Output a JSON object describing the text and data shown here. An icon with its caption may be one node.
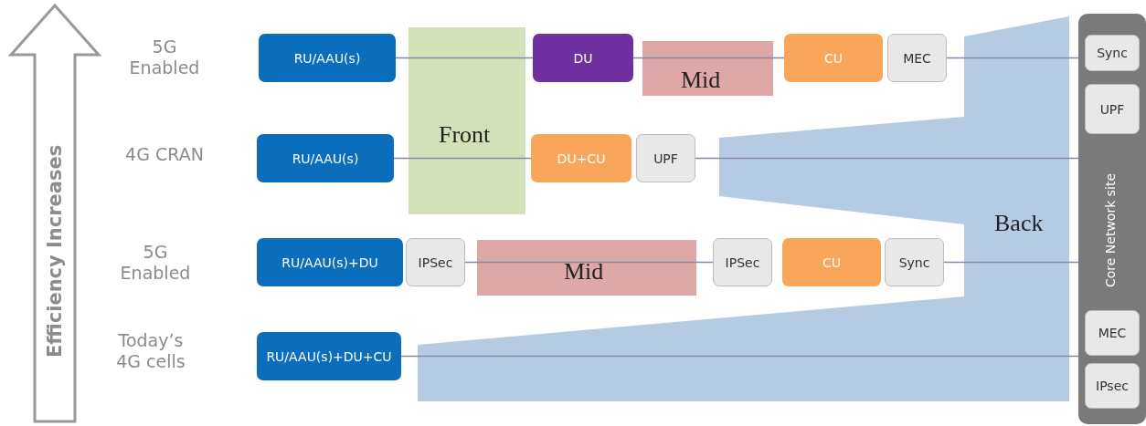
{
  "diagram": {
    "nodes": [
      {
        "text": [
          "Core Network site"
        ]
      },
      {
        "text": [
          "Sync"
        ],
        "in": 0
      },
      {
        "text": [
          "UPF"
        ],
        "in": 0
      },
      {
        "text": [
          "MEC"
        ],
        "in": 0
      },
      {
        "text": [
          "IPsec"
        ],
        "in": 0
      },
      {
        "text": [
          "RU/AAU(s)"
        ]
      },
      {
        "text": [
          "DU"
        ]
      },
      {
        "text": [
          "CU"
        ]
      },
      {
        "text": [
          "MEC"
        ]
      },
      {
        "text": [
          "RU/AAU(s)"
        ]
      },
      {
        "text": [
          "DU+CU"
        ]
      },
      {
        "text": [
          "UPF"
        ]
      },
      {
        "text": [
          "RU/AAU(s)+DU"
        ]
      },
      {
        "text": [
          "IPSec"
        ]
      },
      {
        "text": [
          "IPSec"
        ]
      },
      {
        "text": [
          "CU"
        ]
      },
      {
        "text": [
          "Sync"
        ]
      },
      {
        "text": [
          "RU/AAU(s)+DU+CU"
        ]
      }
    ],
    "edges": [
      {
        "from": 5,
        "to": 6,
        "arrow": "none"
      },
      {
        "from": 6,
        "to": 7,
        "arrow": "none"
      },
      {
        "from": 8,
        "to": 1,
        "arrow": "none"
      },
      {
        "from": 9,
        "to": 10,
        "arrow": "none"
      },
      {
        "from": 11,
        "to": 0,
        "arrow": "none"
      },
      {
        "from": 13,
        "to": 14,
        "arrow": "none"
      },
      {
        "from": 16,
        "to": 0,
        "arrow": "none"
      },
      {
        "from": 17,
        "to": 0,
        "arrow": "none"
      }
    ],
    "labels": [
      "Efficiency Increases",
      "5G Enabled",
      "Mid",
      "Front",
      "4G CRAN",
      "Back",
      "5G Enabled",
      "Mid",
      "Today’s 4G cells"
    ]
  }
}
